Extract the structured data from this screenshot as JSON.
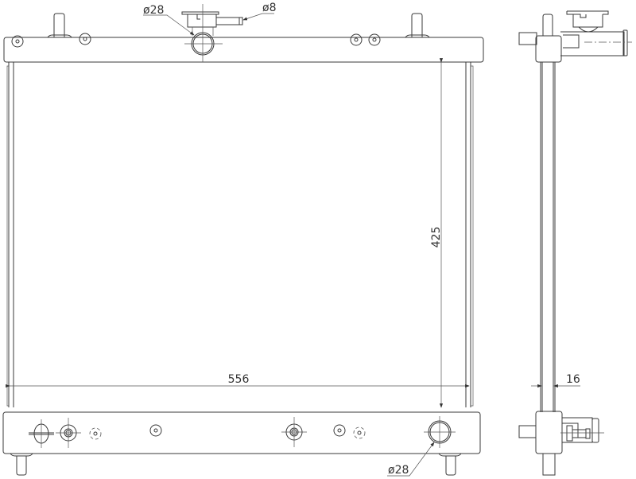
{
  "drawing": {
    "front_view": {
      "width_dimension": "556",
      "height_dimension": "425",
      "inlet_diameter": "ø28",
      "overflow_diameter": "ø8",
      "outlet_diameter": "ø28"
    },
    "side_view": {
      "core_thickness": "16"
    },
    "line_color": "#3a3a3a"
  }
}
